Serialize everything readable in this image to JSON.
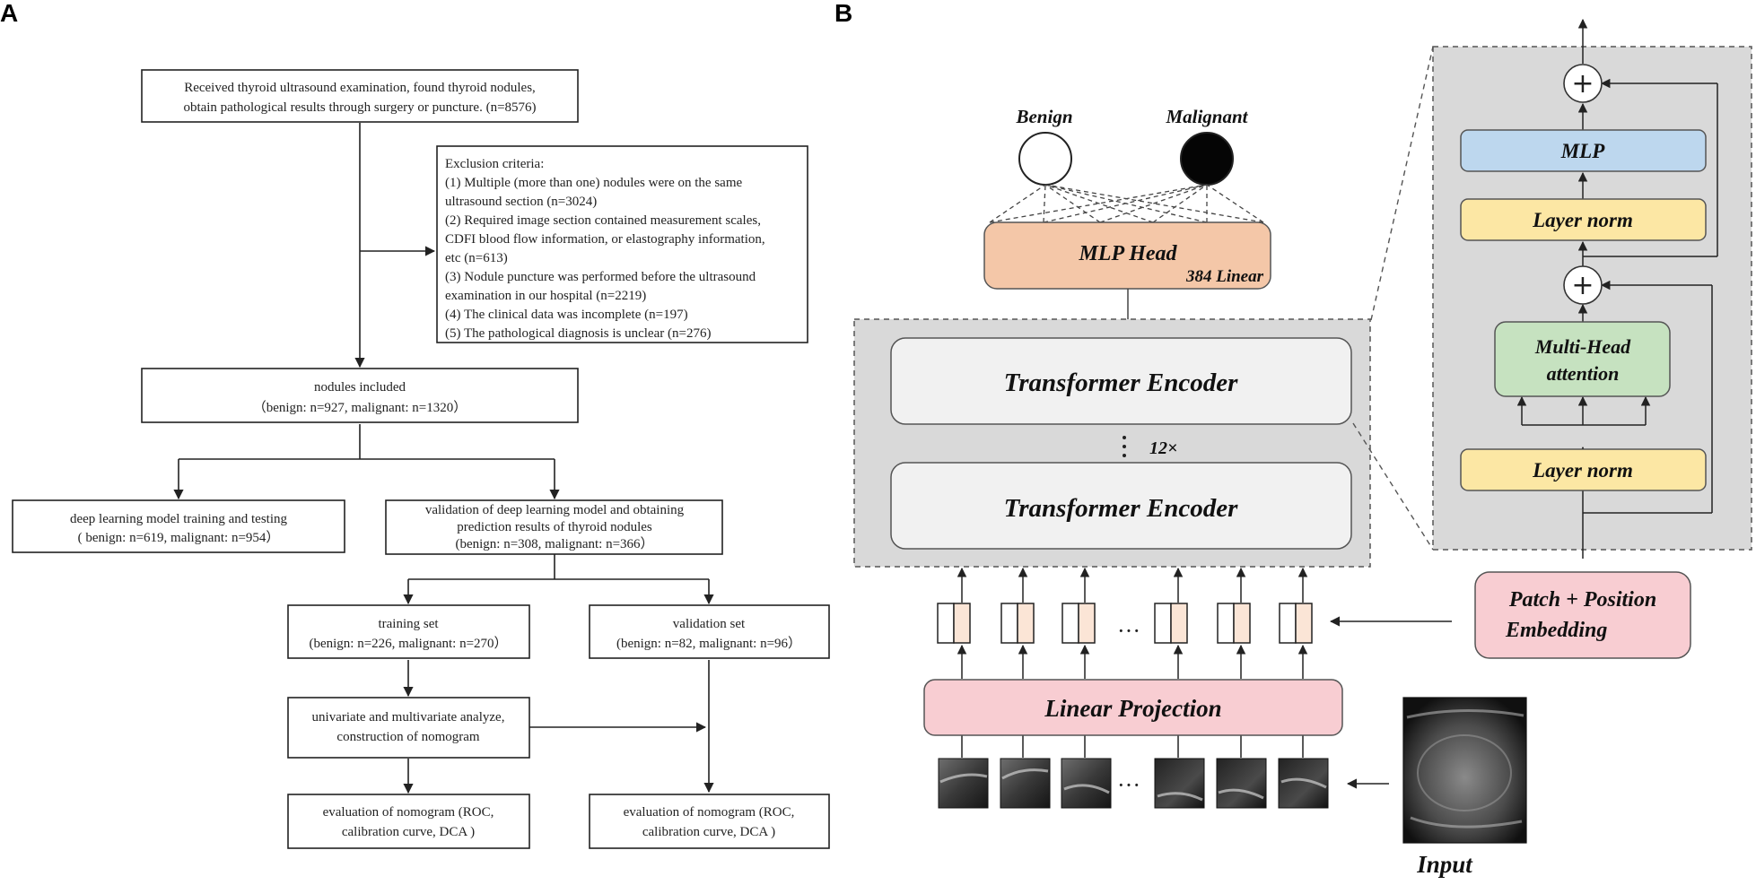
{
  "panel_a": {
    "label": "A",
    "top_box": [
      "Received thyroid ultrasound examination, found thyroid nodules,",
      "obtain pathological results through surgery or puncture. (n=8576)"
    ],
    "exclusion": [
      "Exclusion criteria:",
      "(1) Multiple (more than one) nodules were on the same",
      "ultrasound section (n=3024)",
      "(2) Required image section contained measurement scales,",
      "CDFI blood flow information, or elastography information,",
      "etc (n=613)",
      "(3) Nodule puncture was performed before the ultrasound",
      "examination in our hospital (n=2219)",
      "(4) The clinical data was incomplete (n=197)",
      "(5) The pathological diagnosis is unclear (n=276)"
    ],
    "included": [
      "nodules included",
      "（benign: n=927,   malignant: n=1320）"
    ],
    "dl_training": [
      "deep learning model training and testing",
      "( benign: n=619, malignant: n=954）"
    ],
    "validation_dl": [
      "validation of deep learning model and obtaining",
      "prediction results of thyroid nodules",
      "(benign: n=308, malignant: n=366）"
    ],
    "training_set": [
      "training set",
      "(benign: n=226, malignant: n=270）"
    ],
    "validation_set": [
      "validation set",
      "(benign: n=82, malignant: n=96）"
    ],
    "analyze": [
      "univariate and multivariate analyze,",
      "construction of nomogram"
    ],
    "eval_left": [
      "evaluation of nomogram (ROC,",
      "calibration curve, DCA )"
    ],
    "eval_right": [
      "evaluation of nomogram (ROC,",
      "calibration curve, DCA )"
    ]
  },
  "panel_b": {
    "label": "B",
    "benign": "Benign",
    "malignant": "Malignant",
    "mlp_head": "MLP Head",
    "mlp_head_sub": "384 Linear",
    "encoder_top": "Transformer Encoder",
    "encoder_bottom": "Transformer Encoder",
    "repeat": "12×",
    "linear_projection": "Linear Projection",
    "patch_embedding": [
      "Patch + Position",
      "Embedding"
    ],
    "input": "Input",
    "ellipsis": "···",
    "detail": {
      "plus_top": "+",
      "mlp": "MLP",
      "layer_norm_top": "Layer norm",
      "plus_bottom": "+",
      "attention": [
        "Multi-Head",
        "attention"
      ],
      "layer_norm_bottom": "Layer norm"
    },
    "colors": {
      "benign_text": "#6aa84f",
      "malignant_text": "#d42020",
      "mlp_head_fill": "#f4c7a8",
      "pink_fill": "#f8cdd2",
      "mlp_fill": "#bdd7ee",
      "norm_fill": "#fce7a4",
      "attention_fill": "#c6e2c0",
      "encoder_fill": "#f1f1f1",
      "panel_fill": "#d9d9d9"
    }
  }
}
